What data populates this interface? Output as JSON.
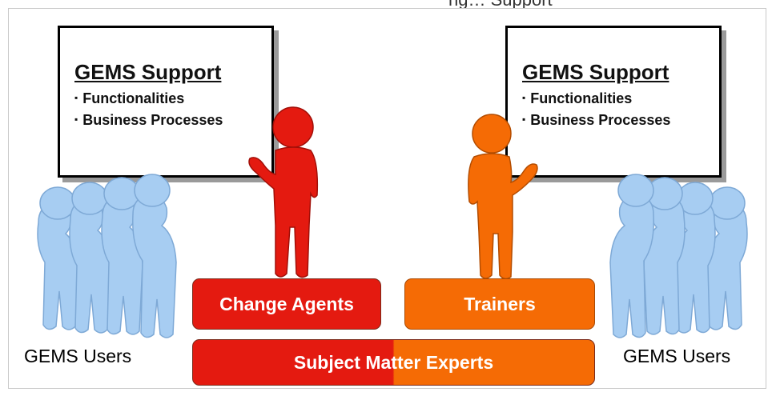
{
  "top_clip": "ng… Support",
  "left_board": {
    "title": "GEMS Support",
    "items": [
      "Functionalities",
      "Business Processes"
    ]
  },
  "right_board": {
    "title": "GEMS Support",
    "items": [
      "Functionalities",
      "Business Processes"
    ]
  },
  "boxes": {
    "change_agents": "Change Agents",
    "trainers": "Trainers",
    "sme": "Subject Matter Experts"
  },
  "labels": {
    "left_users": "GEMS Users",
    "right_users": "GEMS Users"
  },
  "colors": {
    "red": "#e41a10",
    "orange": "#f56b05",
    "user_blue": "#a7cdf2",
    "user_stroke": "#7ea9d6"
  }
}
